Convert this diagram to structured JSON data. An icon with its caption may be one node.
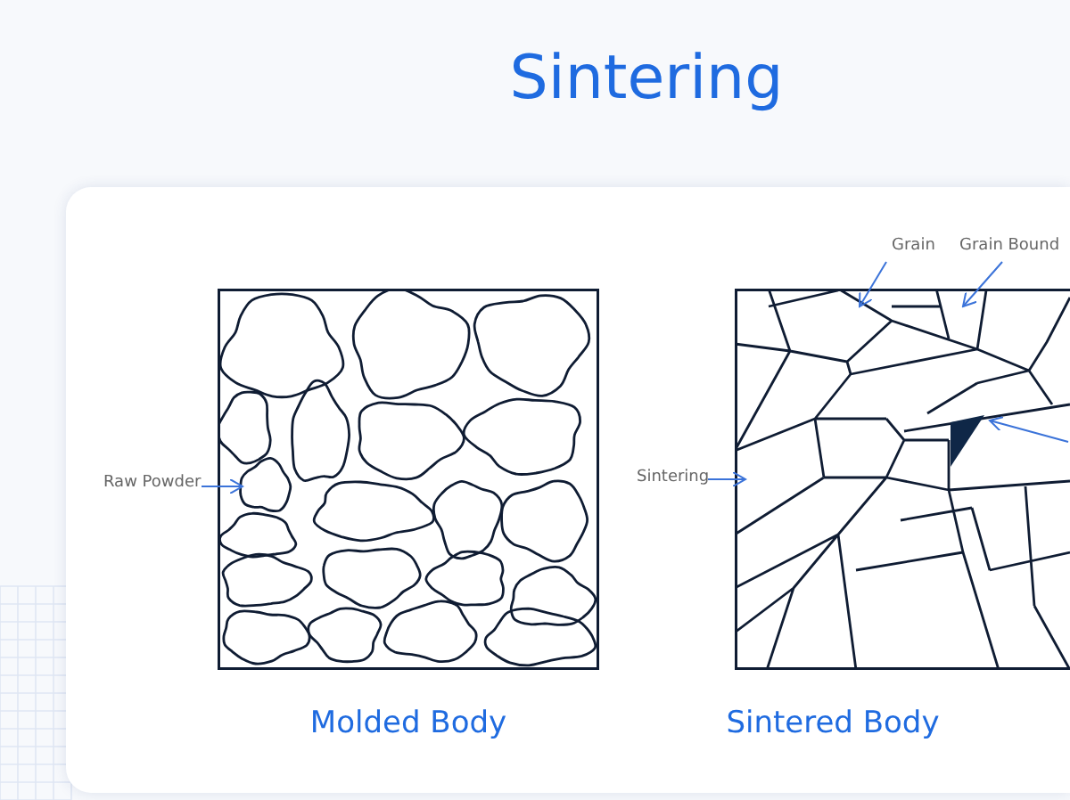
{
  "diagram": {
    "title": "Sintering",
    "nodes": [
      {
        "text": [
          "Raw Powder"
        ]
      },
      {
        "text": [],
        "shape": "picture",
        "beside": [
          "Molded Body"
        ]
      },
      {
        "text": [
          "Sintering"
        ]
      },
      {
        "text": [],
        "shape": "picture",
        "beside": [
          "Sintered Body"
        ]
      },
      {
        "text": [
          "Grain"
        ]
      },
      {
        "text": [
          "Grain Bound"
        ]
      },
      {
        "text": [],
        "shape": "picture",
        "in": 3
      }
    ],
    "edges": [
      {
        "from": 0,
        "to": 1,
        "arrow": "to"
      },
      {
        "from": 2,
        "to": 3,
        "arrow": "to"
      },
      {
        "from": 4,
        "to": 3,
        "arrow": "to"
      },
      {
        "from": 5,
        "to": 3,
        "arrow": "to"
      },
      {
        "from": null,
        "to": 6,
        "arrow": "to"
      }
    ]
  }
}
